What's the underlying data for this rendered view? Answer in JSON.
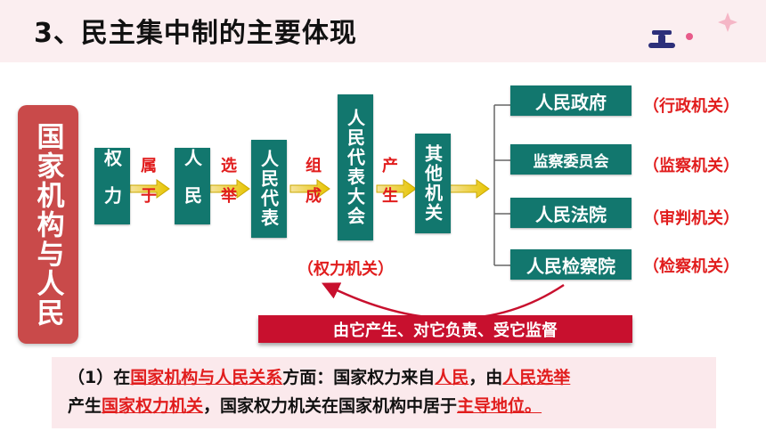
{
  "header": {
    "title": "3、民主集中制的主要体现"
  },
  "left_label": "国家机构与人民",
  "flow": {
    "box1": "权力",
    "rel1": "属于",
    "box2": "人民",
    "rel2": "选举",
    "box3": "人民代表",
    "rel3": "组成",
    "box4": "人民代表大会",
    "rel4": "产生",
    "box5": "其他机关",
    "power_organ": "（权力机关）"
  },
  "organs": [
    {
      "name": "人民政府",
      "type": "（行政机关）"
    },
    {
      "name": "监察委员会",
      "type": "（监察机关）"
    },
    {
      "name": "人民法院",
      "type": "（审判机关）"
    },
    {
      "name": "人民检察院",
      "type": "（检察机关）"
    }
  ],
  "banner": "由它产生、对它负责、受它监督",
  "paragraph": {
    "p1": "（1）在",
    "h1": "国家机构与人民关系",
    "p2": "方面：国家权力来自",
    "h2": "人民",
    "p3": "，由",
    "h3": "人民选举",
    "p4": "产生",
    "h4": "国家权力机关",
    "p5": "，国家权力机关在国家机构中居于",
    "h5": "主导地位。"
  },
  "colors": {
    "teal": "#12776e",
    "red": "#e11d1d",
    "label_bg": "#c94a4a"
  }
}
